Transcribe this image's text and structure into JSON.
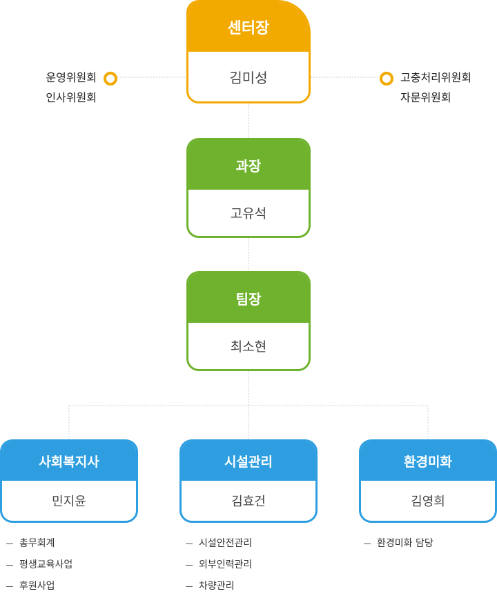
{
  "center": {
    "title": "센터장",
    "name": "김미성"
  },
  "committees_left": [
    "운영위원회",
    "인사위원회"
  ],
  "committees_right": [
    "고충처리위원회",
    "자문위원회"
  ],
  "manager": {
    "title": "과장",
    "name": "고유석"
  },
  "team_leader": {
    "title": "팀장",
    "name": "최소현"
  },
  "departments": [
    {
      "title": "사회복지사",
      "name": "민지윤",
      "duties": [
        "총무회계",
        "평생교육사업",
        "후원사업"
      ]
    },
    {
      "title": "시설관리",
      "name": "김효건",
      "duties": [
        "시설안전관리",
        "외부인력관리",
        "차량관리"
      ]
    },
    {
      "title": "환경미화",
      "name": "김영희",
      "duties": [
        "환경미화 담당"
      ]
    }
  ],
  "colors": {
    "orange": "#f2a900",
    "green": "#6fb22e",
    "blue": "#2e9ee0",
    "connector": "#cccccc"
  }
}
